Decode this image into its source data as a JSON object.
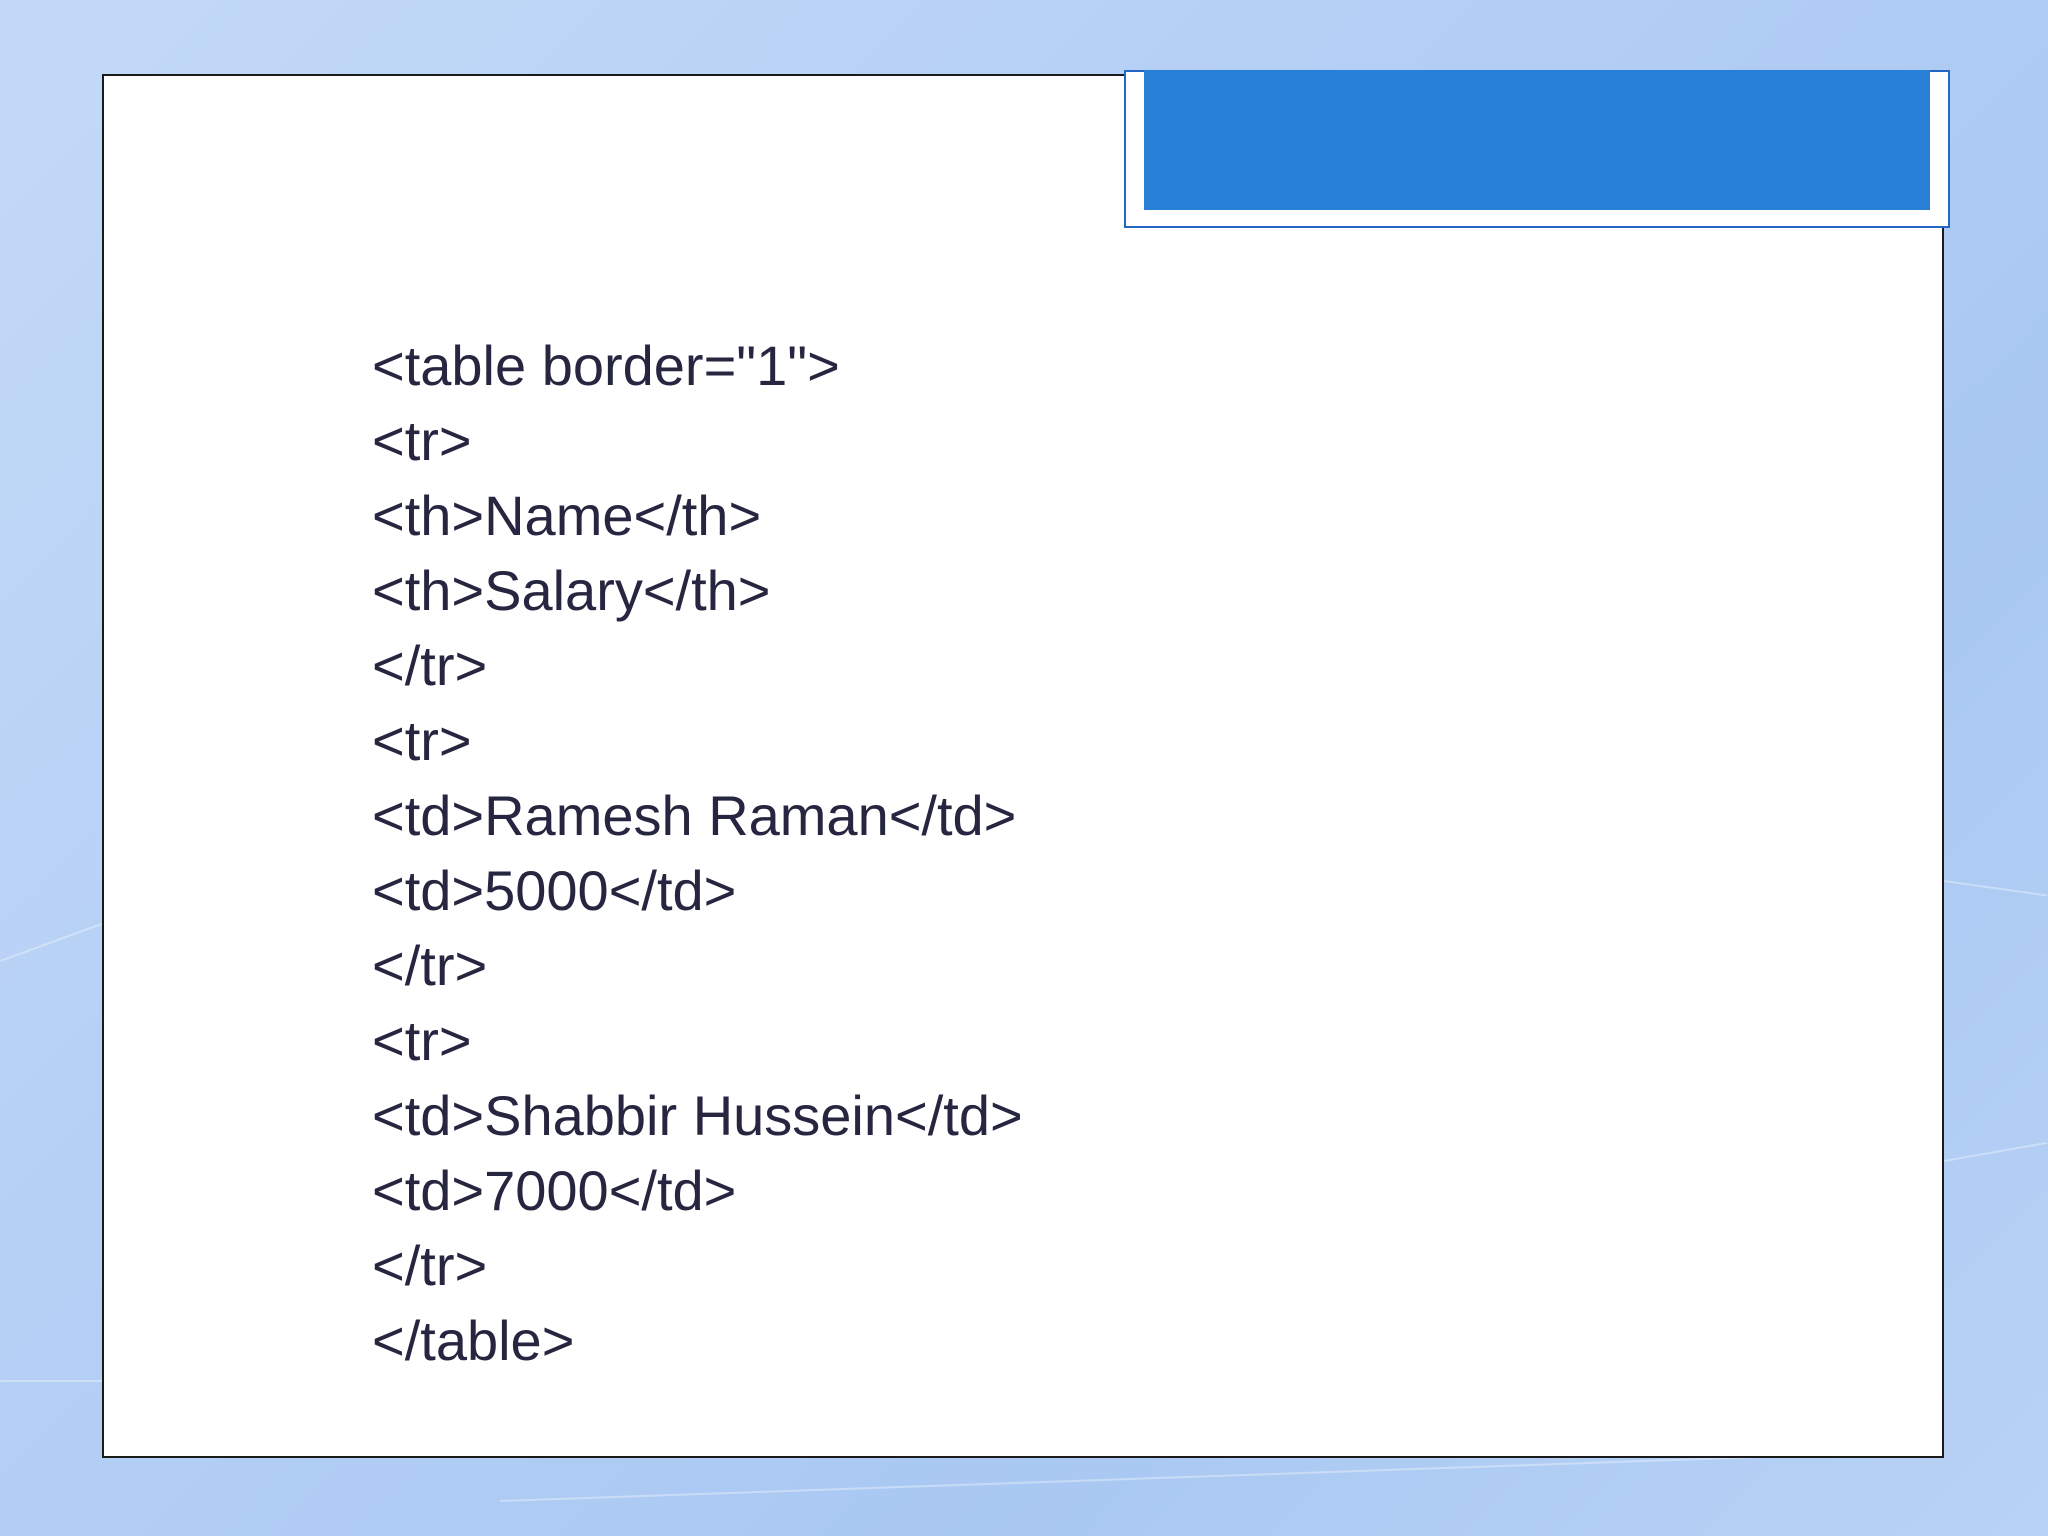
{
  "slide": {
    "title": "",
    "code_lines": [
      "<table border=\"1\">",
      "<tr>",
      "<th>Name</th>",
      "<th>Salary</th>",
      "</tr>",
      "<tr>",
      "<td>Ramesh Raman</td>",
      "<td>5000</td>",
      "</tr>",
      "<tr>",
      "<td>Shabbir Hussein</td>",
      "<td>7000</td>",
      "</tr>",
      "</table>"
    ]
  },
  "colors": {
    "background": "#b4cff5",
    "title_bar": "#2880d6",
    "title_frame_border": "#2467c2",
    "text": "#262640"
  }
}
